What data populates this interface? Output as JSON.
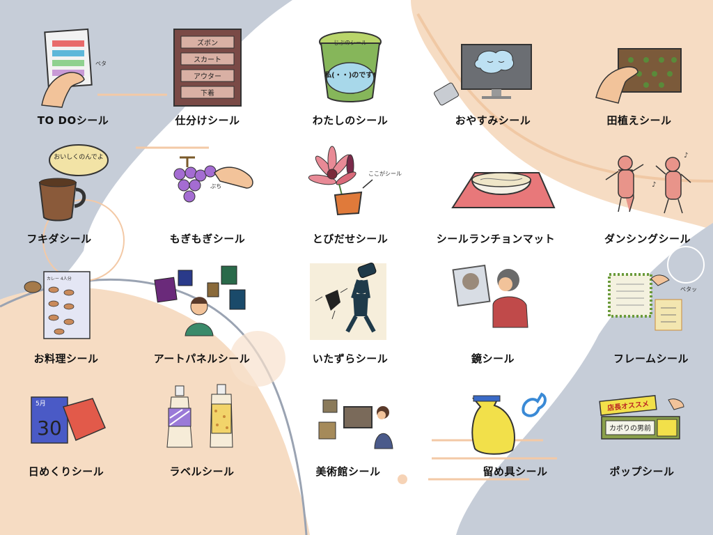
{
  "colors": {
    "background": "#ffffff",
    "slate": "#c6cdd8",
    "peach": "#f6dcc3",
    "accent_line": "#f3c9a6",
    "label": "#111111"
  },
  "stickers": [
    {
      "label": "TO DOシール",
      "icon": "todo-list-icon"
    },
    {
      "label": "仕分けシール",
      "icon": "sorting-board-icon"
    },
    {
      "label": "わたしのシール",
      "icon": "cup-noodle-icon"
    },
    {
      "label": "おやすみシール",
      "icon": "sleeping-monitor-icon"
    },
    {
      "label": "田植えシール",
      "icon": "rice-planting-icon"
    },
    {
      "label": "フキダシール",
      "icon": "coffee-speech-bubble-icon"
    },
    {
      "label": "もぎもぎシール",
      "icon": "grapes-icon"
    },
    {
      "label": "とびだせシール",
      "icon": "flower-pot-icon"
    },
    {
      "label": "シールランチョンマット",
      "icon": "noodle-bowl-mat-icon"
    },
    {
      "label": "ダンシングシール",
      "icon": "dancing-figures-icon"
    },
    {
      "label": "お料理シール",
      "icon": "recipe-card-icon"
    },
    {
      "label": "アートパネルシール",
      "icon": "art-panels-icon"
    },
    {
      "label": "いたずらシール",
      "icon": "mischief-figure-icon"
    },
    {
      "label": "鏡シール",
      "icon": "mirror-icon"
    },
    {
      "label": "フレームシール",
      "icon": "frame-icon"
    },
    {
      "label": "日めくりシール",
      "icon": "calendar-icon"
    },
    {
      "label": "ラベルシール",
      "icon": "bottle-labels-icon"
    },
    {
      "label": "美術館シール",
      "icon": "museum-icon"
    },
    {
      "label": "留め具シール",
      "icon": "clip-bag-icon"
    },
    {
      "label": "ポップシール",
      "icon": "shop-pop-icon"
    }
  ],
  "art_text": {
    "todo_mark": "ペタ",
    "sort_items": [
      "ズボン",
      "スカート",
      "アウター",
      "下着"
    ],
    "cup_lid": "じぶのシール",
    "cup_body": "私(・・)のです!",
    "bubble": "おいしくのんでよ",
    "grape_sound": "ぷち",
    "flower_note": "ここがシール",
    "frame_mark": "ペタッ",
    "calendar_month": "5月",
    "calendar_day": "30",
    "recipe_title": "カレー 4人分",
    "pop_line1": "店長オススメ",
    "pop_line2": "カボりの男前"
  }
}
